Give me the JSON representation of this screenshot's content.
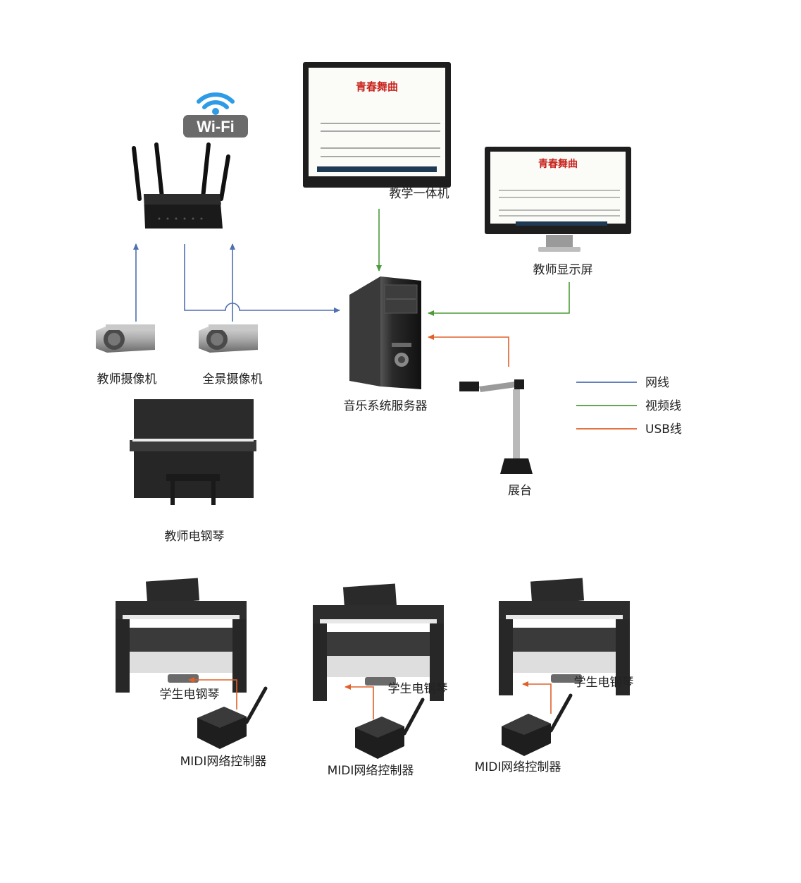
{
  "wifi": {
    "badge": "Wi-Fi"
  },
  "sheet": {
    "title": "青春舞曲"
  },
  "devices": {
    "teaching_display": "教学一体机",
    "teacher_monitor": "教师显示屏",
    "server": "音乐系统服务器",
    "teacher_camera": "教师摄像机",
    "panorama_camera": "全景摄像机",
    "document_camera": "展台",
    "teacher_piano": "教师电钢琴",
    "student_piano_1": "学生电钢琴",
    "student_piano_2": "学生电钢琴",
    "student_piano_3": "学生电钢琴",
    "midi_1": "MIDI网络控制器",
    "midi_2": "MIDI网络控制器",
    "midi_3": "MIDI网络控制器"
  },
  "legend": [
    {
      "label": "网线",
      "color": "#4f6fb0"
    },
    {
      "label": "视频线",
      "color": "#4d9a3a"
    },
    {
      "label": "USB线",
      "color": "#e0602a"
    }
  ]
}
